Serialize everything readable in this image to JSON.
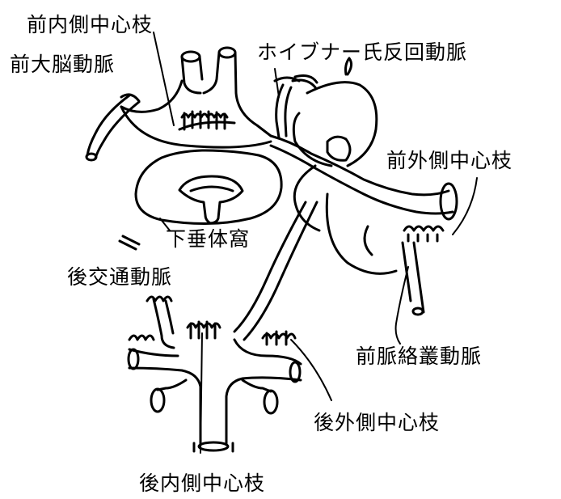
{
  "labels": {
    "anterior_medial_central_branches": "前内側中心枝",
    "anterior_cerebral_artery": "前大脳動脈",
    "recurrent_artery_of_heubner": "ホイブナー氏反回動脈",
    "anterior_lateral_central_branches": "前外側中心枝",
    "hypophyseal_fossa": "下垂体窩",
    "posterior_communicating_artery": "後交通動脈",
    "anterior_choroidal_artery": "前脈絡叢動脈",
    "posterior_lateral_central_branches": "後外側中心枝",
    "posterior_medial_central_branches": "後内側中心枝"
  },
  "colors": {
    "ink": "#000000",
    "paper": "#ffffff"
  }
}
